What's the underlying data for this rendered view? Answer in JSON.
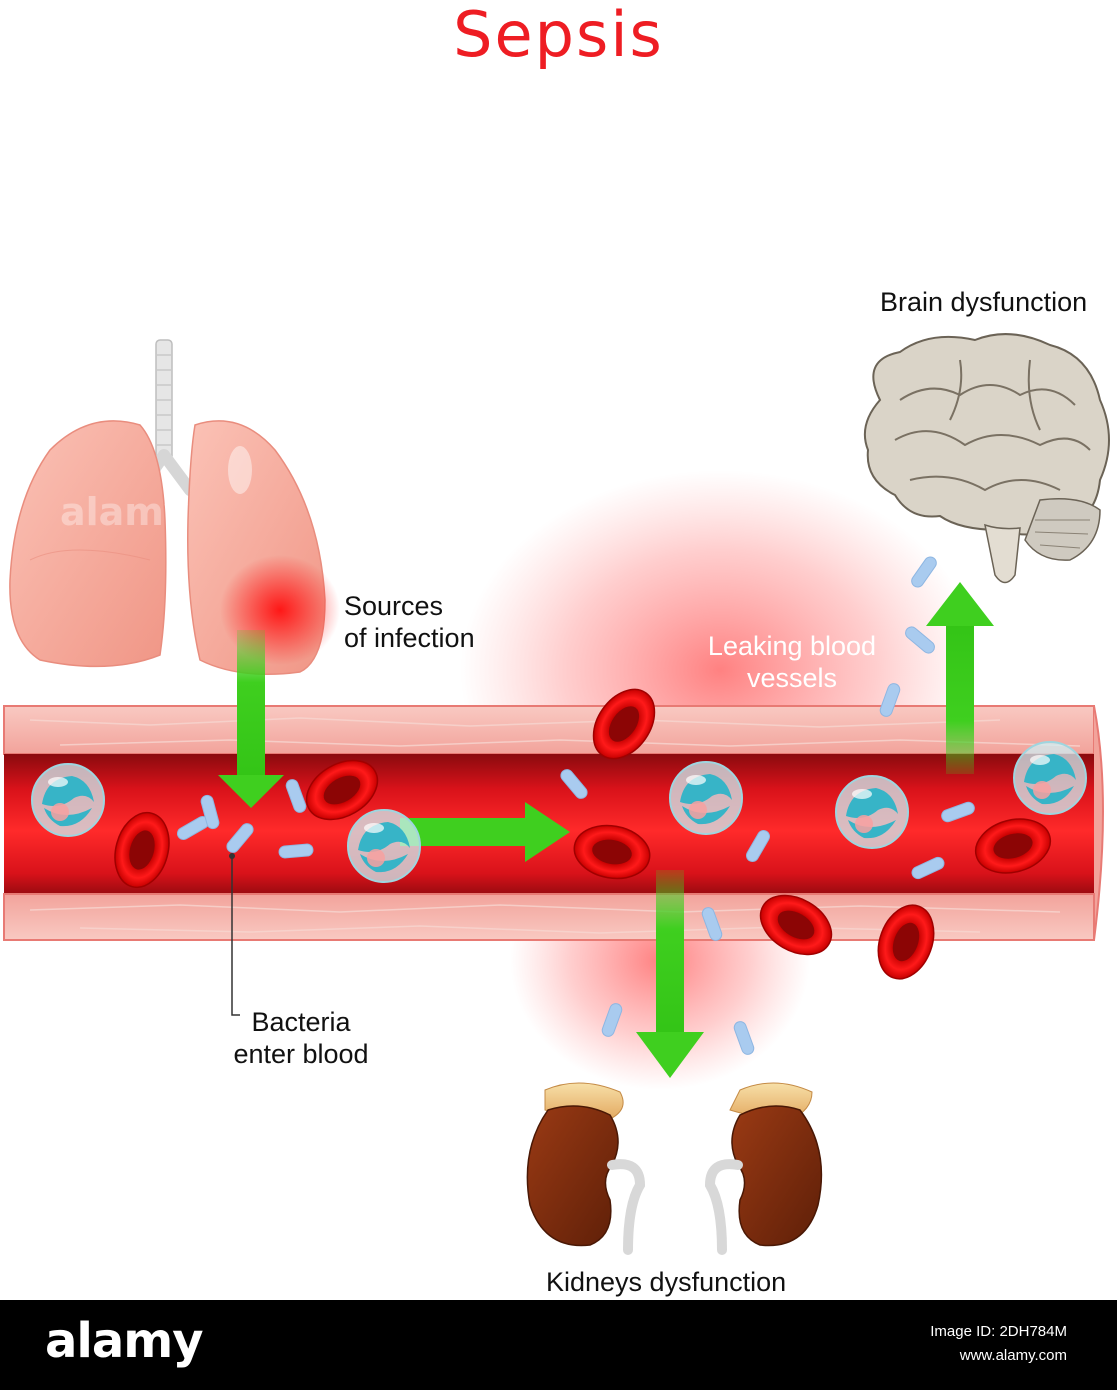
{
  "title": "Sepsis",
  "labels": {
    "brain": "Brain dysfunction",
    "sources_line1": "Sources",
    "sources_line2": "of infection",
    "leaking_line1": "Leaking blood",
    "leaking_line2": "vessels",
    "bacteria_line1": "Bacteria",
    "bacteria_line2": "enter blood",
    "kidneys": "Kidneys dysfunction"
  },
  "watermark": {
    "logo": "alamy",
    "image_id": "Image ID: 2DH784M",
    "site": "www.alamy.com"
  },
  "colors": {
    "title": "#ee1d23",
    "vessel_wall": "#f7b9b3",
    "vessel_lumen": "#e8141b",
    "red_cell": "#e60000",
    "bacteria": "#a9cbef",
    "arrow": "#3fcf1f",
    "white_cell": "#3ab3c6"
  }
}
